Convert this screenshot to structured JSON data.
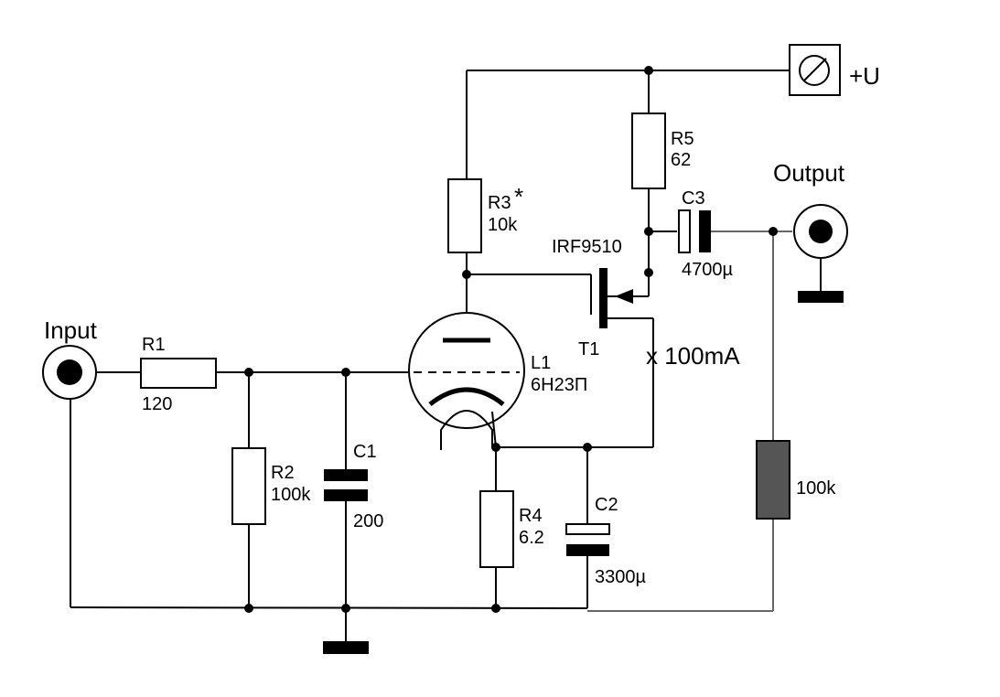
{
  "labels": {
    "input": "Input",
    "output": "Output",
    "supply": "+U",
    "r1_name": "R1",
    "r1_value": "120",
    "r2_name": "R2",
    "r2_value": "100k",
    "c1_name": "C1",
    "c1_value": "200",
    "r3_name": "R3",
    "r3_mark": "*",
    "r3_value": "10k",
    "l1_name": "L1",
    "l1_value": "6H23П",
    "r4_name": "R4",
    "r4_value": "6.2",
    "c2_name": "C2",
    "c2_value": "3300µ",
    "t1_name": "T1",
    "t1_part": "IRF9510",
    "r5_name": "R5",
    "r5_value": "62",
    "c3_name": "C3",
    "c3_value": "4700µ",
    "load_value": "100k",
    "current_note": "x 100mA"
  }
}
